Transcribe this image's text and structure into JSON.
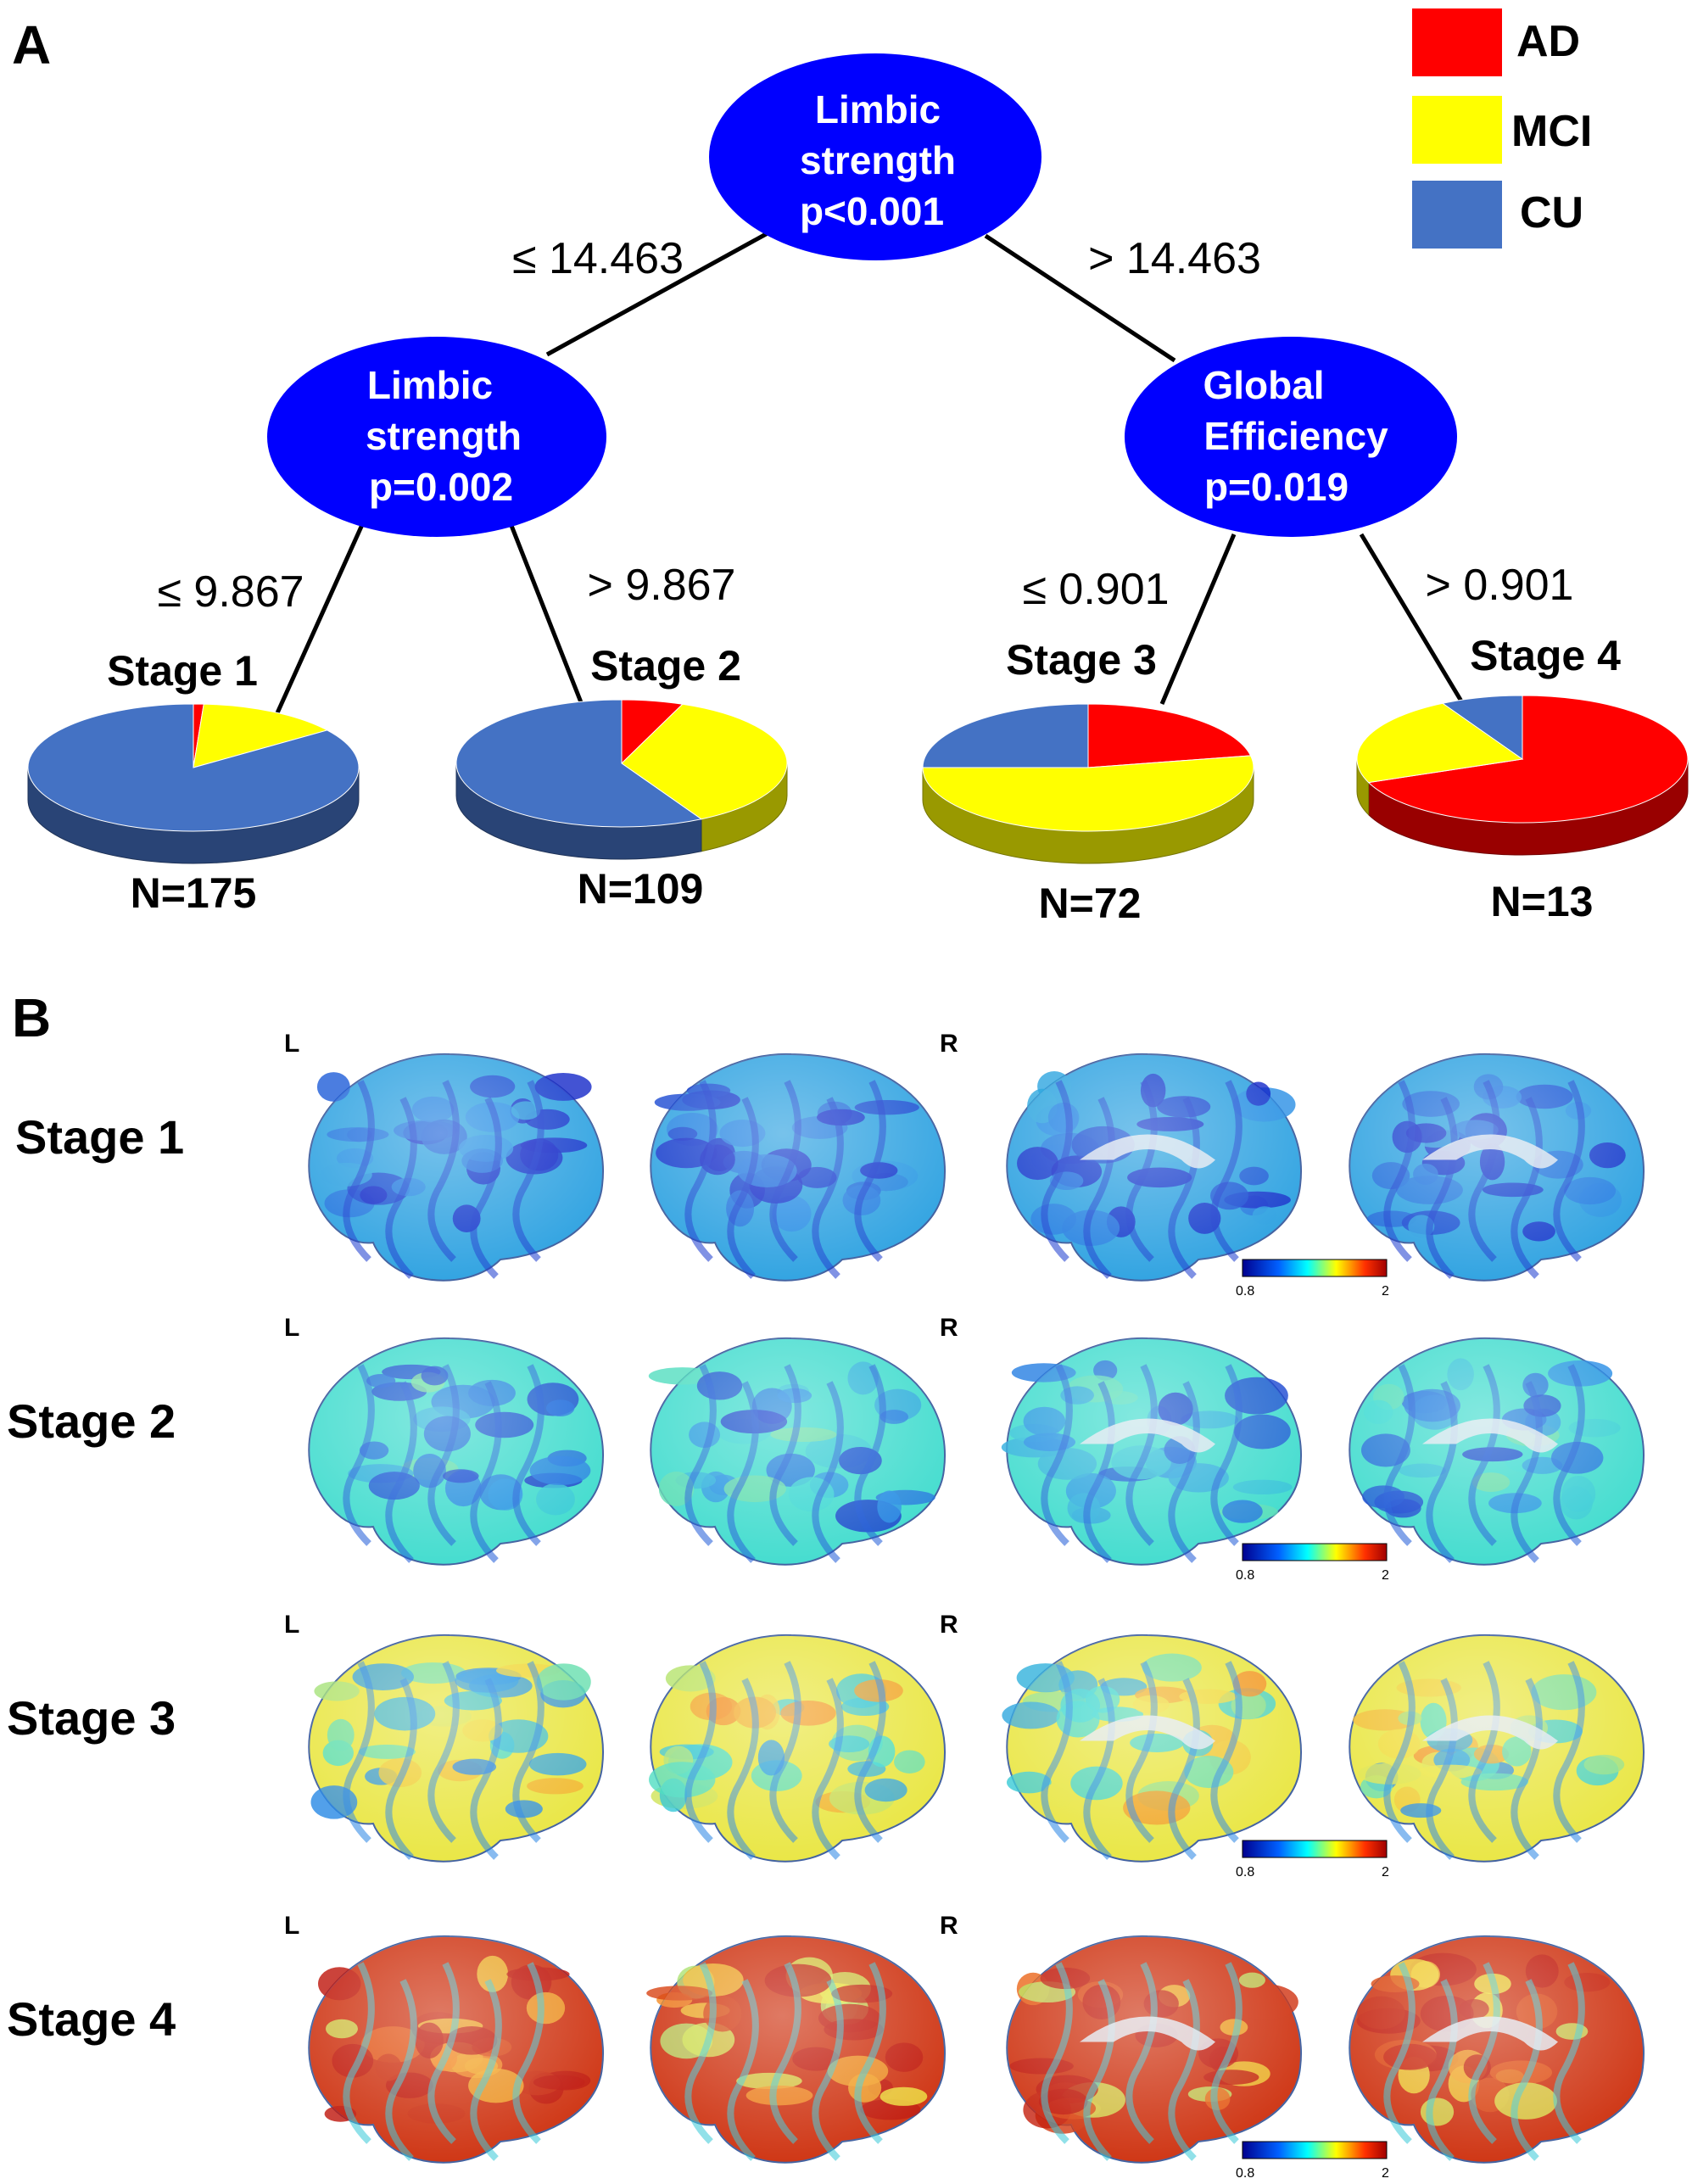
{
  "panel_a": {
    "label": "A",
    "legend": [
      {
        "label": "AD",
        "color": "#ff0000"
      },
      {
        "label": "MCI",
        "color": "#ffff00"
      },
      {
        "label": "CU",
        "color": "#4472c4"
      }
    ],
    "nodes": {
      "root": {
        "lines": [
          "Limbic",
          "strength",
          "p<0.001"
        ]
      },
      "left": {
        "lines": [
          "Limbic",
          "strength",
          "p=0.002"
        ]
      },
      "right": {
        "lines": [
          "Global",
          "Efficiency",
          "p=0.019"
        ]
      }
    },
    "splits": {
      "root_left": "≤ 14.463",
      "root_right": "> 14.463",
      "left_left": "≤ 9.867",
      "left_right": "> 9.867",
      "right_left": "≤ 0.901",
      "right_right": "> 0.901"
    },
    "node_color": "#0000ff"
  },
  "chart_data": [
    {
      "type": "pie",
      "name": "Stage 1",
      "n_label": "N=175",
      "labels": [
        "AD",
        "MCI",
        "CU"
      ],
      "values": [
        0.01,
        0.14,
        0.85
      ]
    },
    {
      "type": "pie",
      "name": "Stage 2",
      "n_label": "N=109",
      "labels": [
        "AD",
        "MCI",
        "CU"
      ],
      "values": [
        0.06,
        0.36,
        0.58
      ]
    },
    {
      "type": "pie",
      "name": "Stage 3",
      "n_label": "N=72",
      "labels": [
        "AD",
        "MCI",
        "CU"
      ],
      "values": [
        0.22,
        0.53,
        0.25
      ]
    },
    {
      "type": "pie",
      "name": "Stage 4",
      "n_label": "N=13",
      "labels": [
        "AD",
        "MCI",
        "CU"
      ],
      "values": [
        0.69,
        0.23,
        0.08
      ]
    }
  ],
  "panel_b": {
    "label": "B",
    "rows": [
      {
        "stage": "Stage 1",
        "level": 0.1
      },
      {
        "stage": "Stage 2",
        "level": 0.3
      },
      {
        "stage": "Stage 3",
        "level": 0.55
      },
      {
        "stage": "Stage 4",
        "level": 0.9
      }
    ],
    "hemisphere_left": "L",
    "hemisphere_right": "R",
    "colorbar": {
      "min": "0.8",
      "max": "2"
    }
  }
}
